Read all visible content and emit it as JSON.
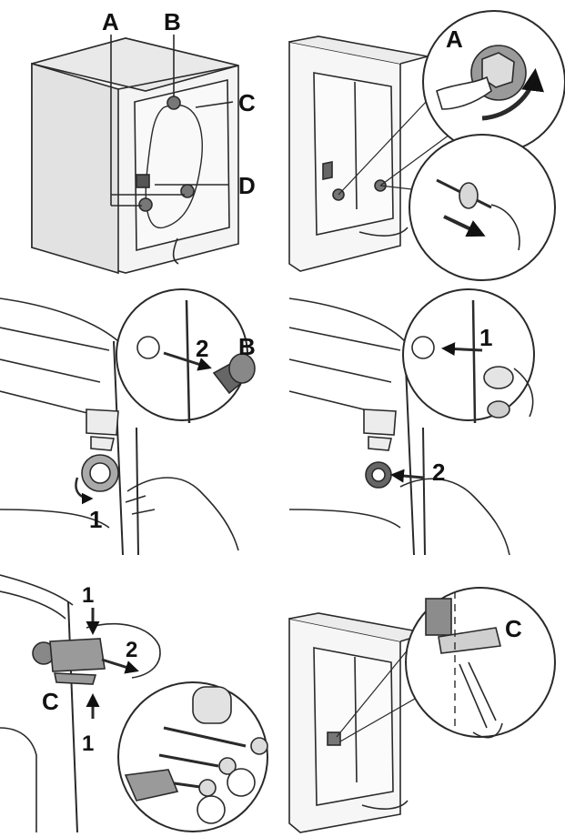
{
  "panels": [
    {
      "id": "p1",
      "labels": {
        "a": "A",
        "b": "B",
        "c": "C",
        "d": "D"
      }
    },
    {
      "id": "p2",
      "labels": {
        "a": "A"
      }
    },
    {
      "id": "p3",
      "labels": {
        "b": "B",
        "step1": "1",
        "step2": "2"
      }
    },
    {
      "id": "p4",
      "labels": {
        "step1": "1",
        "step2": "2"
      }
    },
    {
      "id": "p5",
      "labels": {
        "c": "C",
        "step1_top": "1",
        "step1_bottom": "1",
        "step2": "2"
      }
    },
    {
      "id": "p6",
      "labels": {
        "c": "C"
      }
    }
  ],
  "colors": {
    "ink": "#111111",
    "line": "#2a2a2a",
    "fill_gray": "#8c8c8c",
    "light_gray": "#cfcfcf",
    "bg": "#ffffff"
  }
}
